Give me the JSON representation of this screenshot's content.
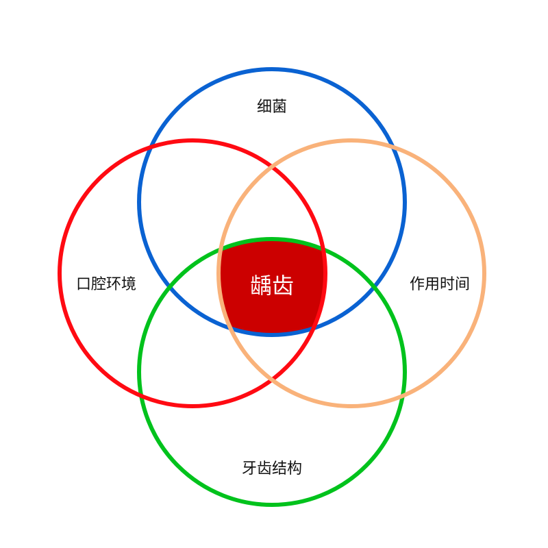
{
  "diagram": {
    "type": "venn",
    "center_label": "龋齿",
    "sets": [
      {
        "id": "bacteria",
        "label": "细菌",
        "color": "#0a62d2"
      },
      {
        "id": "oral-environment",
        "label": "口腔环境",
        "color": "#ff0a12"
      },
      {
        "id": "duration",
        "label": "作用时间",
        "color": "#f9b27a"
      },
      {
        "id": "tooth-structure",
        "label": "牙齿结构",
        "color": "#00c21c"
      }
    ],
    "intersection_color": "#cc0000"
  }
}
